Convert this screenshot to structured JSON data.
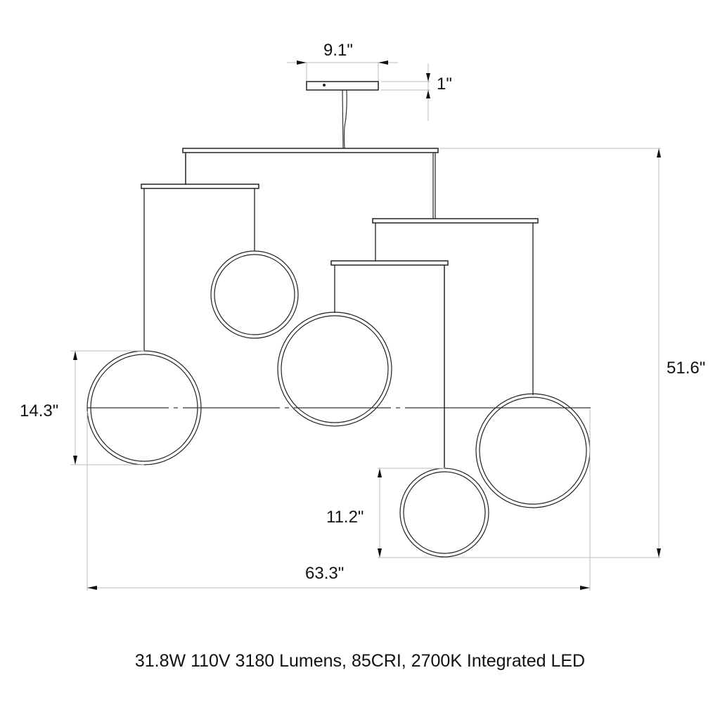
{
  "diagram": {
    "title": "Pendant ring chandelier dimension drawing",
    "colors": {
      "line": "#222222",
      "dim_line": "#bbbbbb",
      "text": "#111111",
      "background": "#ffffff"
    },
    "dimensions": {
      "canopy_width": "9.1\"",
      "canopy_height": "1\"",
      "overall_height": "51.6\"",
      "large_ring_diameter": "14.3\"",
      "small_ring_diameter": "11.2\"",
      "overall_width": "63.3\""
    },
    "components": [
      {
        "name": "canopy"
      },
      {
        "name": "top-bar"
      },
      {
        "name": "left-bar"
      },
      {
        "name": "right-bar"
      },
      {
        "name": "middle-bar"
      },
      {
        "name": "ring-large-left"
      },
      {
        "name": "ring-small-upper"
      },
      {
        "name": "ring-large-middle"
      },
      {
        "name": "ring-small-lower"
      },
      {
        "name": "ring-large-right"
      }
    ],
    "caption": "31.8W 110V 3180 Lumens, 85CRI, 2700K Integrated LED"
  }
}
